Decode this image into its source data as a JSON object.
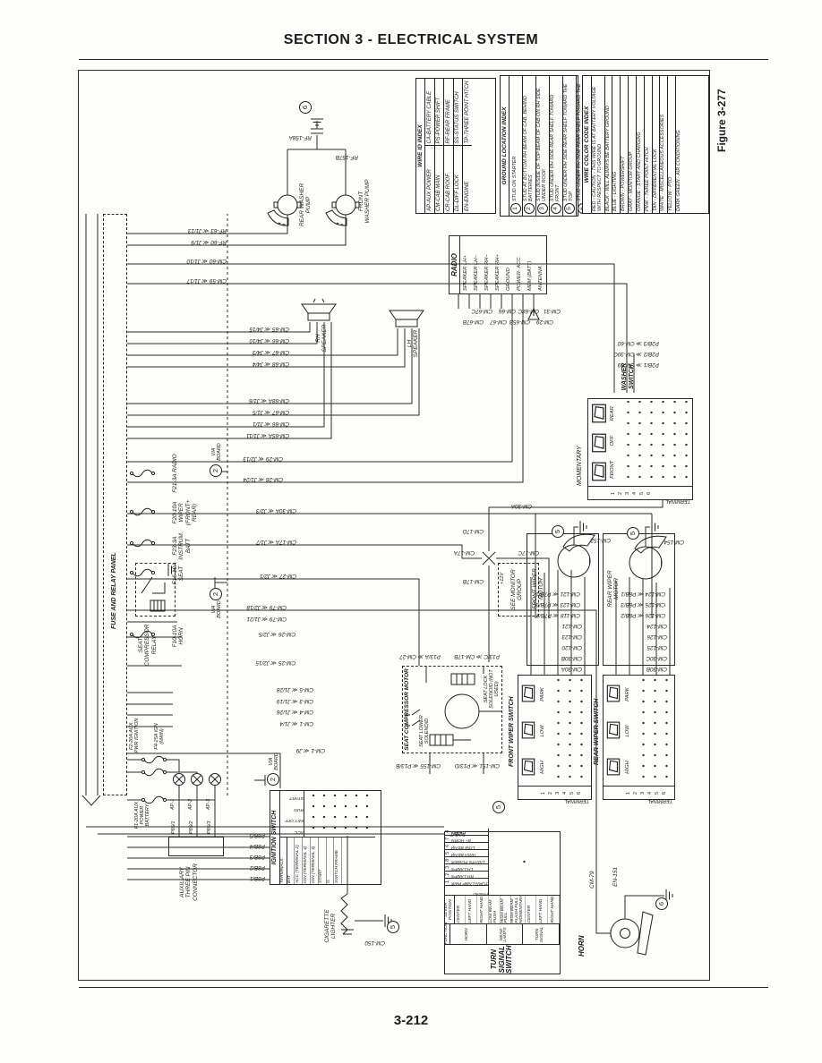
{
  "page": {
    "section_title": "SECTION 3 - ELECTRICAL SYSTEM",
    "figure_label": "Figure 3-277",
    "page_number": "3-212"
  },
  "indexes": {
    "wire_id": {
      "title": "WIRE ID INDEX",
      "rows": [
        [
          "AP-AUX POWER",
          "CA-BATTERY CABLE"
        ],
        [
          "CM-CAB MAIN",
          "PS-POWER SHIFT"
        ],
        [
          "CR-CAB ROOF",
          "RF-REAR FRAME"
        ],
        [
          "DL-DIFF LOCK",
          "SS-STATUS SWITCH"
        ],
        [
          "EN-ENGINE",
          "TP-THREE POINT HITCH"
        ]
      ]
    },
    "ground_location": {
      "title": "GROUND LOCATION INDEX",
      "rows": [
        {
          "n": "1",
          "t": "STUD ON STARTER"
        },
        {
          "n": "2",
          "t": "STUD AT BOTTOM RH BEAM OF CAB, BEHIND BATTERIES"
        },
        {
          "n": "3",
          "t": "STUD INSIDE OF TOP BEAM OF CAB ON RH SIDE, UNDER ROOF"
        },
        {
          "n": "4",
          "t": "STUD UNDER RH SIDE REAR SHELF TOWARD FRONT"
        },
        {
          "n": "5",
          "t": "STUD UNDER RH SIDE REAR SHELF TOWARD THE TOP"
        },
        {
          "n": "6",
          "t": "STUD UNDER RH SIDE REAR SHELF TOWARD THE REAR"
        }
      ]
    },
    "wire_color": {
      "title": "WIRE COLOR CODE INDEX",
      "rows": [
        "RED - CAUTION - THIS WIRE IS AT BATTERY VOLTAGE WITH RESPECT TO GROUND",
        "BLACK - WILL ALWAYS BE BATTERY GROUND",
        "BLUE - LIGHTING",
        "BROWN - POWERSHIFT",
        "GRAY - MONITOR GROUP",
        "ORANGE - START AND CHARGING",
        "PINK - THREE POINT HITCH",
        "TAN - DIFFERENTIAL LOCK",
        "WHITE - MISCELLANEOUS ACCESSORIES",
        "YELLOW - PTO",
        "DARK GREEN - AIR CONDITIONING"
      ]
    }
  },
  "fuse_panel": {
    "label": "FUSE AND RELAY PANEL",
    "fuses": [
      "F21-3A RADIO",
      "F20-10A WIPER (FRONT+ REAR)",
      "F23-3A INSTRUM. BATT",
      "F16-10A SEAT",
      "F10-10A HORN"
    ],
    "battery_fuses": [
      "F2-20A AUX. PWR IGNITION",
      "F4-25A IGN (MAIN)",
      "F1-20A AUX POWER BATTERY"
    ]
  },
  "ladder_wires": [
    "RF-63 ≪ J1/13",
    "RF-60 ≪ J1/9",
    "CM-60 ≪ J1/10",
    "CM-59 ≪ J1/17",
    "CM-65 ≪ J4/15",
    "CM-66 ≪ J4/10",
    "CM-67 ≪ J4/3",
    "CM-68 ≪ J4/4",
    "CM-68A ≪ J1/6",
    "CM-67 ≪ J1/5",
    "CM-66 ≪ J1/1",
    "CM-65A ≪ J1/11",
    "CM-29 ≪ J2/13",
    "CM-28 ≪ J1/24",
    "CM-30A ≪ J2/3",
    "CM-17A ≪ J1/7",
    "CM-27 ≪ J2/1",
    "CM-79 ≪ J2/18",
    "CM-79 ≪ J1/21",
    "CM-26 ≪ J2/5",
    "CM-25 ≪ J2/15",
    "CM-5 ≪ J1/28",
    "CM-3 ≪ J1/19",
    "CM-4 ≪ J1/26",
    "CM-1 ≪ J1/4",
    "CM-1 ≪ J9"
  ],
  "washer_pumps": {
    "rear": "REAR WASHER PUMP",
    "front": "FRONT WASHER PUMP",
    "wire_top": "RF-158A",
    "wire_mid": "RF-157B"
  },
  "radio": {
    "title": "RADIO",
    "pins": [
      "SPEAKER LH+",
      "SPEAKER LH−",
      "SPEAKER RH−",
      "SPEAKER RH+",
      "GROUND",
      "POWER- ACC.",
      "MEM (BATT)",
      "ANTENNA"
    ],
    "wire_labels": [
      "CM-67B",
      "CM-67C",
      "CM-67",
      "CM-66",
      "CM-65B",
      "CM-68C",
      "CM-29",
      "CM-31"
    ]
  },
  "speakers": {
    "rh": "RH SPEAKER",
    "lh": "LH SPEAKER"
  },
  "monitor_group": {
    "text": "SEE MONITOR GROUP",
    "pin": "+12V"
  },
  "splice_17": {
    "up": "CM-17A",
    "down": "CM-17C",
    "left": "CM-17B",
    "right": "CM-17D"
  },
  "seat": {
    "relay": "SEAT COMPRESSOR RELAY",
    "motor_title": "SEAT COMPRESSOR MOTOR",
    "lower_solenoid": "SEAT LOWER SOLENOID",
    "lock_solenoid": "SEAT LOCK SOLENOID (NOT USED)",
    "wires_in": [
      "P13/A ≫ CM-27",
      "P13/C ≫ CM-17B"
    ],
    "wires_out": [
      "CM-155 ≪ P13/B",
      "CM-151 ≪ P13/D"
    ]
  },
  "wipers": {
    "front": {
      "motor": "FRONT WIPER MOTOR",
      "switch": "FRONT WIPER SWITCH",
      "ground_wire": "CM-152",
      "motor_wires": [
        "CM-118 ≪ P7B/2",
        "CM-123 ≪ P7B/3",
        "CM-121 ≪ P7B/1"
      ],
      "switch_wires": [
        "CM-30A",
        "CM-30B",
        "CM-120",
        "CM-123",
        "CM-121"
      ]
    },
    "rear": {
      "motor": "REAR WIPER MOTOR",
      "switch": "REAR WIPER SWITCH",
      "ground_wire": "CM-154",
      "motor_wires": [
        "CM-126 ≪ P8B/2",
        "CM-125 ≪ P8B/3",
        "CM-124 ≪ P8B/1"
      ],
      "switch_wires": [
        "CM-30B",
        "CM-30C",
        "CM-125",
        "CM-126",
        "CM-124"
      ]
    },
    "positions": [
      "HIGH",
      "LOW",
      "PARK"
    ],
    "terminal_label": "TERMINAL",
    "terminals": [
      "1",
      "2",
      "3",
      "4",
      "5",
      "6"
    ]
  },
  "washer_switch": {
    "title": "WASHER SWITCH",
    "momentary": "MOMENTARY",
    "positions": [
      "FRONT",
      "OFF",
      "REAR"
    ],
    "wires": [
      "P2B/1 ≫ CM-59",
      "P2B/2 ≫ CM-30C",
      "P2B/3 ≫ CM-60"
    ],
    "terminal_label": "TERMINAL"
  },
  "turn_signal": {
    "title": "TURN SIGNAL SWITCH",
    "col_function": "FUNCTION",
    "col_position": "LEVER POSITION",
    "col_pin": "PIN/NO",
    "functions": [
      "HORN",
      "HEAD LAMPS",
      "TURN SIGNAL"
    ],
    "position_rows": [
      "CENTER",
      "LEFT HAND",
      "RIGHT HAND",
      "LOW BEAM PUSH",
      "HIGH BEAM PULL",
      "HIGH BEAM FLASH PULL MOMENTARY",
      "CENTER",
      "LEFT HAND",
      "RIGHT HAND"
    ],
    "pins": [
      {
        "label": "TURN LAMP PWR",
        "no": "1"
      },
      {
        "label": "RH LAMPS",
        "no": "2"
      },
      {
        "label": "LH LAMPS",
        "no": "3"
      },
      {
        "label": "LIGHTS POWER",
        "no": "8"
      },
      {
        "label": "HIGH BEAM",
        "no": "5"
      },
      {
        "label": "LOW BEAM",
        "no": "6"
      },
      {
        "label": "B+ HORN",
        "no": "7"
      },
      {
        "label": "HORN",
        "no": "4"
      }
    ],
    "feed_wire": "P2B/7"
  },
  "ignition": {
    "title": "IGNITION SWITCH",
    "terminals_label": "TERMINALS:",
    "rows": [
      "BAT",
      "ACC (TERMINAL 2)",
      "IGN (TERMINAL 4)",
      "IGN (TERMINAL 3)",
      "START",
      "G",
      "SWITCH FRAME"
    ],
    "positions": [
      "ACC",
      "KEY OFF",
      "RUN",
      "START"
    ],
    "wires": [
      "P8B/1",
      "P8B/2",
      "P8B/3",
      "P8B/4",
      "P8B/5"
    ]
  },
  "aux_connector": {
    "label": "AUXILIARY THREE PIN CONNECTOR",
    "pins": [
      "P85/1",
      "P85/2",
      "P85/3"
    ],
    "wires": [
      "AP-1",
      "AP-2",
      "AP-3"
    ]
  },
  "lighter": {
    "label": "CIGARETTE LIGHTER",
    "wire": "CM-150"
  },
  "horn": {
    "label": "HORN",
    "wire": "CM-79",
    "wire2": "EN-151"
  },
  "via_board": {
    "text": "VIA BOARD",
    "n": "2"
  },
  "grounds": {
    "pump": "6",
    "horn": "6",
    "front_motor": "5",
    "rear_motor": "5",
    "seat": "5",
    "lighter": "5"
  }
}
